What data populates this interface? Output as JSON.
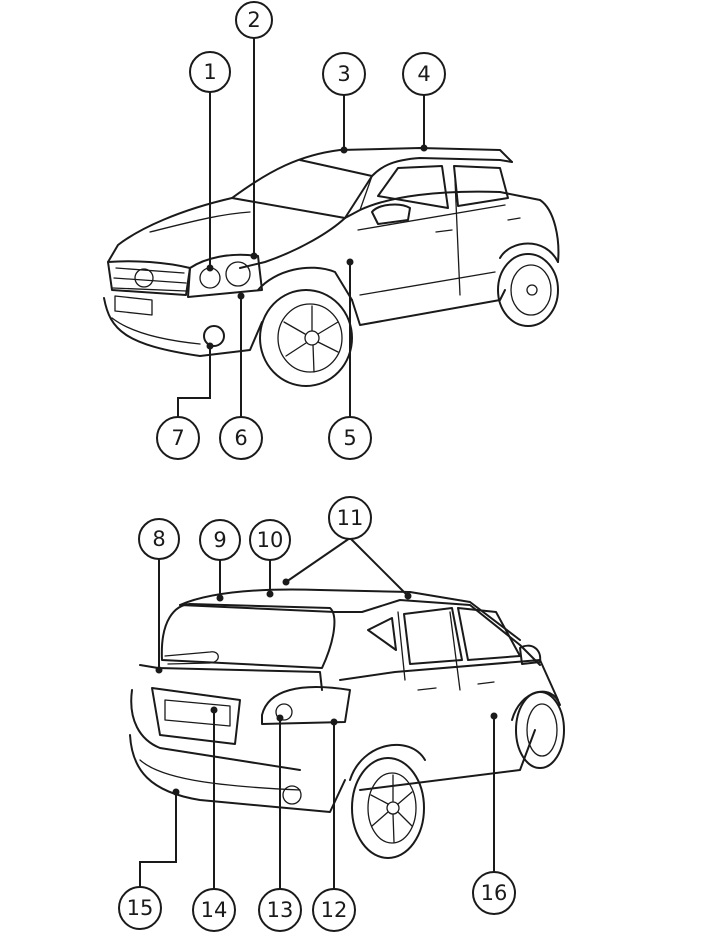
{
  "callouts": [
    {
      "id": "c1",
      "label": "1"
    },
    {
      "id": "c2",
      "label": "2"
    },
    {
      "id": "c3",
      "label": "3"
    },
    {
      "id": "c4",
      "label": "4"
    },
    {
      "id": "c5",
      "label": "5"
    },
    {
      "id": "c6",
      "label": "6"
    },
    {
      "id": "c7",
      "label": "7"
    },
    {
      "id": "c8",
      "label": "8"
    },
    {
      "id": "c9",
      "label": "9"
    },
    {
      "id": "c10",
      "label": "10"
    },
    {
      "id": "c11",
      "label": "11"
    },
    {
      "id": "c12",
      "label": "12"
    },
    {
      "id": "c13",
      "label": "13"
    },
    {
      "id": "c14",
      "label": "14"
    },
    {
      "id": "c15",
      "label": "15"
    },
    {
      "id": "c16",
      "label": "16"
    }
  ],
  "colors": {
    "ink": "#1a1a1a",
    "background": "#ffffff"
  }
}
